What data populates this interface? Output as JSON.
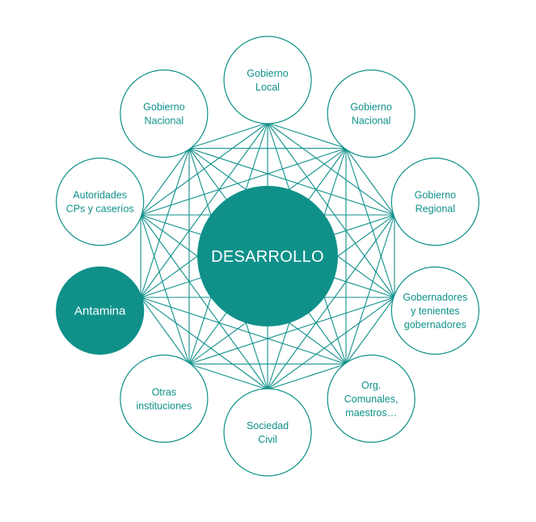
{
  "colors": {
    "teal": "#0f918a",
    "white": "#ffffff"
  },
  "center": {
    "label": "DESARROLLO"
  },
  "nodes": [
    {
      "id": "gobierno-local",
      "lines": [
        "Gobierno",
        "Local"
      ],
      "filled": false
    },
    {
      "id": "gobierno-nacional-right",
      "lines": [
        "Gobierno",
        "Nacional"
      ],
      "filled": false
    },
    {
      "id": "gobierno-regional",
      "lines": [
        "Gobierno",
        "Regional"
      ],
      "filled": false
    },
    {
      "id": "gobernadores",
      "lines": [
        "Gobernadores",
        "y tenientes",
        "gobernadores"
      ],
      "filled": false
    },
    {
      "id": "org-comunales",
      "lines": [
        "Org.",
        "Comunales,",
        "maestros…"
      ],
      "filled": false
    },
    {
      "id": "sociedad-civil",
      "lines": [
        "Sociedad",
        "Civil"
      ],
      "filled": false
    },
    {
      "id": "otras-instituciones",
      "lines": [
        "Otras",
        "instituciones"
      ],
      "filled": false
    },
    {
      "id": "antamina",
      "lines": [
        "Antamina"
      ],
      "filled": true
    },
    {
      "id": "autoridades",
      "lines": [
        "Autoridades",
        "CPs y  caseríos"
      ],
      "filled": false
    },
    {
      "id": "gobierno-nacional-left",
      "lines": [
        "Gobierno",
        "Nacional"
      ],
      "filled": false
    }
  ]
}
